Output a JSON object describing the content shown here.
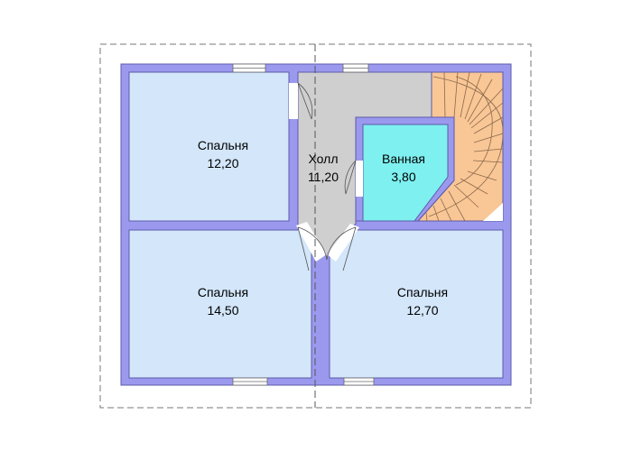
{
  "floor_plan": {
    "rooms": [
      {
        "id": "bedroom-1",
        "name": "Спальня",
        "area": "12,20"
      },
      {
        "id": "bedroom-2",
        "name": "Спальня",
        "area": "14,50"
      },
      {
        "id": "bedroom-3",
        "name": "Спальня",
        "area": "12,70"
      },
      {
        "id": "hall",
        "name": "Холл",
        "area": "11,20"
      },
      {
        "id": "bathroom",
        "name": "Ванная",
        "area": "3,80"
      }
    ]
  },
  "colors": {
    "wall": "#9b99ee",
    "wall_stroke": "#5c5aa8",
    "bedroom_fill": "#d3e6fa",
    "hall_fill": "#cfcfcf",
    "bathroom_fill": "#7ff0f0",
    "stair_fill": "#f9c696",
    "window": "#ffffff"
  }
}
